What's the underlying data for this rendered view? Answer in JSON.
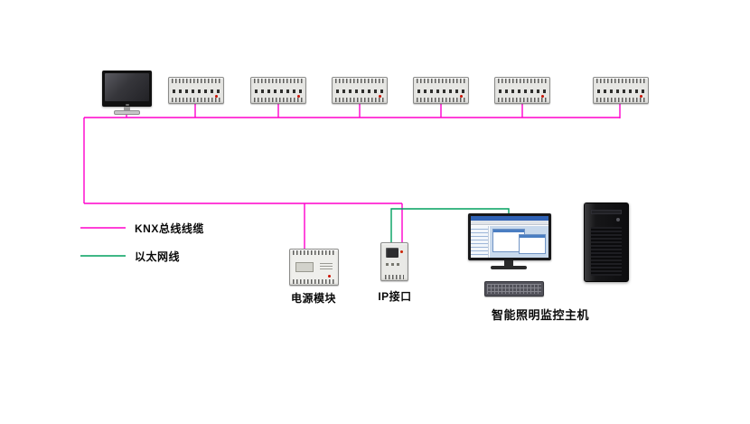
{
  "legend": {
    "knx": {
      "label": "KNX总线线缆",
      "color": "#ff00cc"
    },
    "ethernet": {
      "label": "以太网线",
      "color": "#00a05f"
    }
  },
  "labels": {
    "power_module": "电源模块",
    "ip_interface": "IP接口",
    "host": "智能照明监控主机"
  }
}
